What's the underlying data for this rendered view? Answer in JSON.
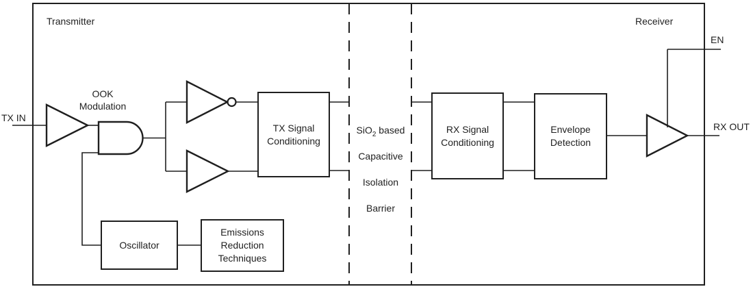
{
  "diagram": {
    "title_left": "Transmitter",
    "title_right": "Receiver",
    "signals": {
      "tx_in": "TX IN",
      "en": "EN",
      "rx_out": "RX OUT"
    },
    "annotations": {
      "ook_modulation": "OOK\nModulation"
    },
    "blocks": {
      "tx_signal_conditioning": "TX Signal\nConditioning",
      "rx_signal_conditioning": "RX Signal\nConditioning",
      "envelope_detection": "Envelope\nDetection",
      "oscillator": "Oscillator",
      "emissions_reduction": "Emissions\nReduction\nTechniques"
    },
    "barrier": {
      "line1_pre": "SiO",
      "line1_sub": "2",
      "line1_post": " based",
      "line2": "Capacitive",
      "line3": "Isolation",
      "line4": "Barrier"
    },
    "colors": {
      "line": "#1f1f1f",
      "background": "#ffffff"
    }
  }
}
